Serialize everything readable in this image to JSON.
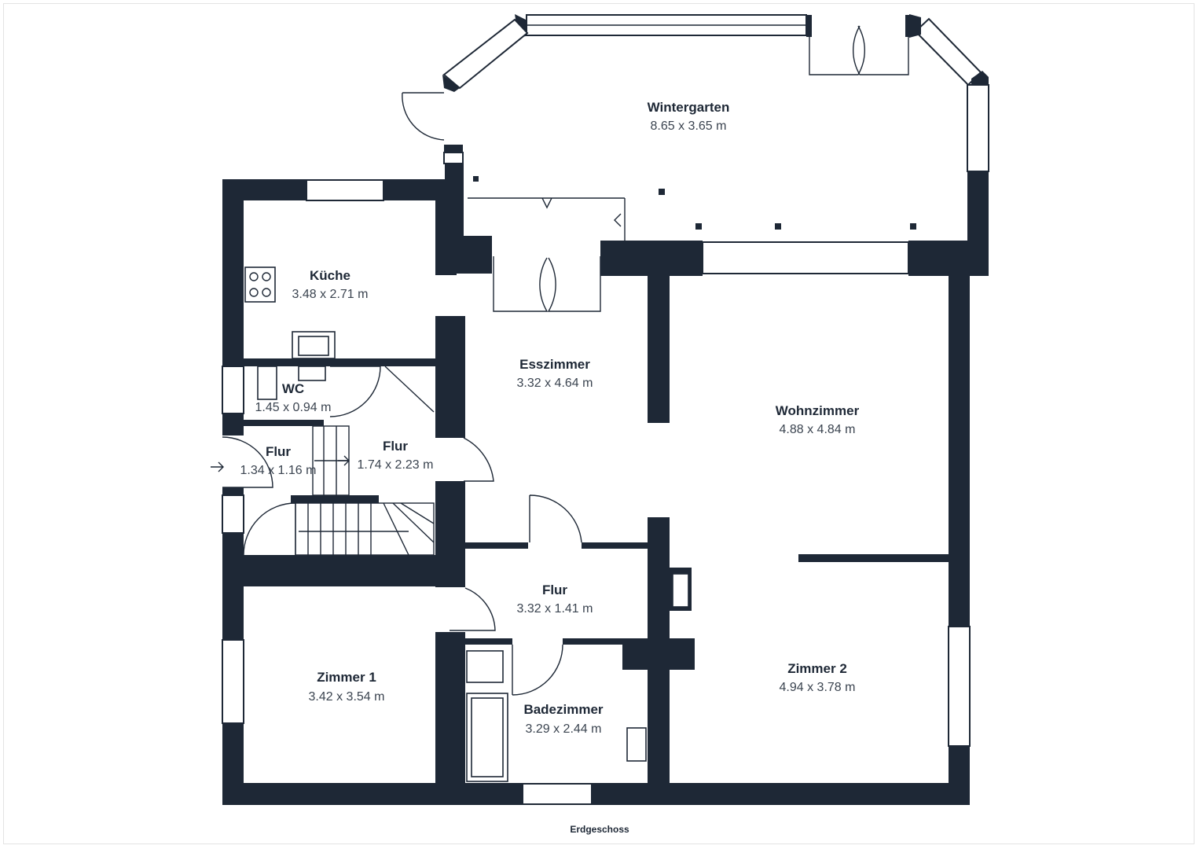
{
  "plan": {
    "floor_label": "Erdgeschoss",
    "rooms": [
      {
        "name": "Wintergarten",
        "dims": "8.65 x 3.65 m"
      },
      {
        "name": "Küche",
        "dims": "3.48 x 2.71 m"
      },
      {
        "name": "Esszimmer",
        "dims": "3.32 x 4.64 m"
      },
      {
        "name": "Wohnzimmer",
        "dims": "4.88 x 4.84 m"
      },
      {
        "name": "WC",
        "dims": "1.45 x 0.94 m"
      },
      {
        "name": "Flur",
        "dims": "1.74 x 2.23 m"
      },
      {
        "name": "Flur",
        "dims": "1.34 x 1.16 m"
      },
      {
        "name": "Flur",
        "dims": "3.32 x 1.41 m"
      },
      {
        "name": "Zimmer 1",
        "dims": "3.42 x 3.54 m"
      },
      {
        "name": "Badezimmer",
        "dims": "3.29 x 2.44 m"
      },
      {
        "name": "Zimmer 2",
        "dims": "4.94 x 3.78 m"
      }
    ]
  },
  "colors": {
    "wall": "#1e2836",
    "background": "#ffffff"
  }
}
